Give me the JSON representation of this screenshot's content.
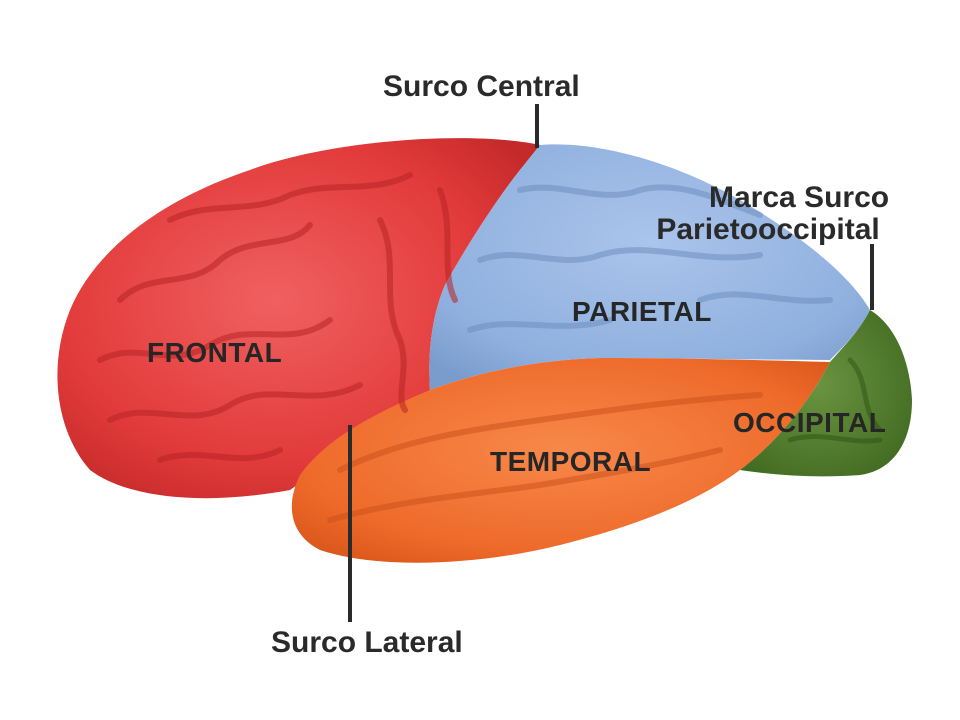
{
  "labels": {
    "central_sulcus": "Surco Central",
    "parieto_occipital_line1": "Marca Surco",
    "parieto_occipital_line2": "Parietooccipital",
    "lateral_sulcus": "Surco Lateral"
  },
  "lobes": {
    "frontal": {
      "name": "FRONTAL",
      "color": "#e23a3a"
    },
    "parietal": {
      "name": "PARIETAL",
      "color": "#8fb0de"
    },
    "temporal": {
      "name": "TEMPORAL",
      "color": "#f06a2a"
    },
    "occipital": {
      "name": "OCCIPITAL",
      "color": "#4f7a2a"
    }
  },
  "colors": {
    "background": "#ffffff",
    "leader_line": "#2a2a2a",
    "text": "#2a2a2a"
  }
}
